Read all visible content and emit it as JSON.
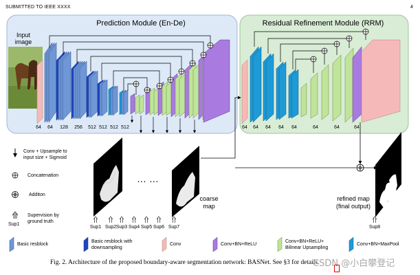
{
  "header": {
    "left": "SUBMITTED TO IEEE XXXX",
    "page": "4"
  },
  "modules": {
    "prediction": "Prediction Module (En-De)",
    "refinement": "Residual Refinement Module (RRM)"
  },
  "input_label": [
    "Input",
    "image"
  ],
  "channels_left": [
    "64",
    "64",
    "128",
    "256",
    "512",
    "512",
    "512",
    "512"
  ],
  "channels_right": [
    "64",
    "64",
    "64",
    "64",
    "64",
    "64",
    "64",
    "64"
  ],
  "side_legend": {
    "conv_up": [
      "Conv + Upsample to",
      "input size + Sigmoid"
    ],
    "concat": "Concatenation",
    "addition": "Additon",
    "supervision": [
      "Supervision by",
      "ground truth"
    ],
    "sup1": "Sup1"
  },
  "sup_labels": [
    "Sup1",
    "Sup2",
    "Sup3",
    "Sup4",
    "Sup5",
    "Sup6",
    "Sup7"
  ],
  "dots": "… …",
  "coarse_label": [
    "coarse",
    "map"
  ],
  "refined_label": [
    "refined map",
    "(final output)"
  ],
  "sup8": "Sup8",
  "bottom_legend": [
    {
      "label": "Basic resblock",
      "color": "#6f97d6"
    },
    {
      "label": [
        "Basic resblock with",
        "downsampling"
      ],
      "color": "#1f47c2"
    },
    {
      "label": "Conv",
      "color": "#f6b9b9"
    },
    {
      "label": "Conv+BN+ReLU",
      "color": "#a97ae0"
    },
    {
      "label": [
        "Conv+BN+ReLU+",
        "Bilinear Upsampling"
      ],
      "color": "#bfe49a"
    },
    {
      "label": "Conv+BN+MaxPool",
      "color": "#1e9ad6"
    }
  ],
  "caption": "Fig. 2. Architecture of the proposed boundary-aware segmentation network: BASNet. See §3 for details.",
  "watermark": "CSDN @小白攀登记"
}
